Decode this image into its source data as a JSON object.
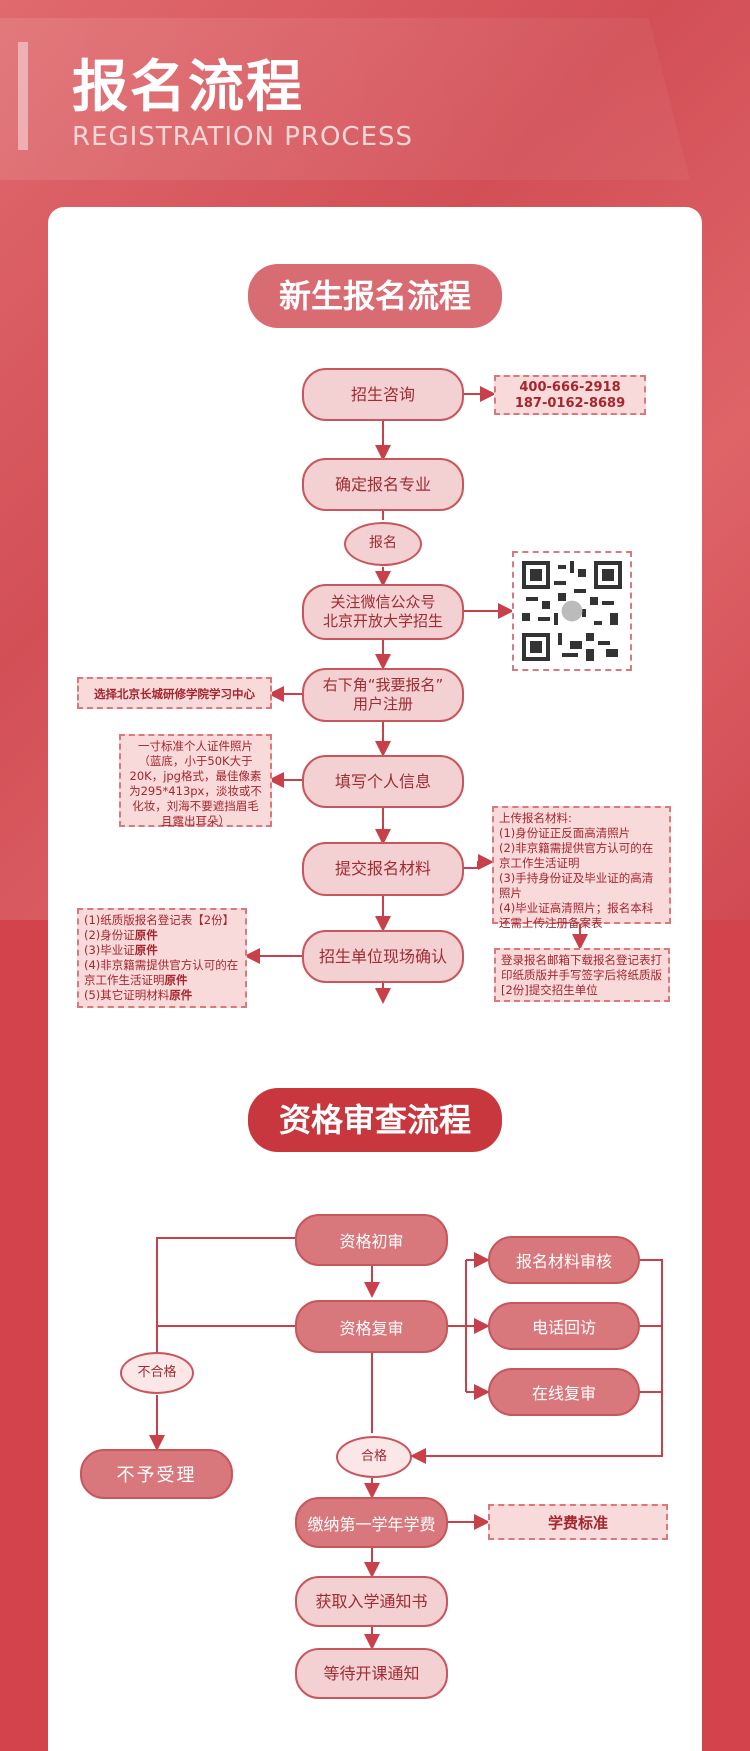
{
  "header": {
    "title": "报名流程",
    "subtitle": "REGISTRATION PROCESS"
  },
  "section1": {
    "title": "新生报名流程",
    "steps": [
      "招生咨询",
      "确定报名专业",
      "报名",
      "关注微信公众号\n北京开放大学招生",
      "右下角“我要报名”\n用户注册",
      "填写个人信息",
      "提交报名材料",
      "招生单位现场确认"
    ],
    "phone_note": "400-666-2918\n187-0162-8689",
    "left_note_register": "选择北京长城研修学院学习中心",
    "photo_note": "一寸标准个人证件照片\n（蓝底，小于50K大于\n20K，jpg格式，最佳像素\n为295*413px，淡妆或不\n化妆，刘海不要遮挡眉毛\n且露出耳朵）",
    "upload_note": [
      "上传报名材料:",
      "(1)身份证正反面高清照片",
      "(2)非京籍需提供官方认可的在京工作生活证明",
      "(3)手持身份证及毕业证的高清照片",
      "(4)毕业证高清照片；报名本科还需上传注册备案表"
    ],
    "confirm_note": [
      {
        "text": "(1)纸质版报名登记表【2份】",
        "bold": ""
      },
      {
        "text": "(2)身份证",
        "bold": "原件"
      },
      {
        "text": "(3)毕业证",
        "bold": "原件"
      },
      {
        "text": "(4)非京籍需提供官方认可的在京工作生活证明",
        "bold": "原件"
      },
      {
        "text": "(5)其它证明材料",
        "bold": "原件"
      }
    ],
    "download_note": "登录报名邮箱下载报名登记表打印纸质版并手写签字后将纸质版[2份]提交招生单位"
  },
  "section2": {
    "title": "资格审查流程",
    "first_review": "资格初审",
    "second_review": "资格复审",
    "checks": [
      "报名材料审核",
      "电话回访",
      "在线复审"
    ],
    "fail": "不合格",
    "reject": "不予受理",
    "pass": "合格",
    "steps": [
      "缴纳第一学年学费",
      "获取入学通知书",
      "等待开课通知"
    ],
    "fee_note": "学费标准"
  },
  "colors": {
    "primary": "#c9424a",
    "node_fill": "#f3d0d2",
    "dark_node": "#d9787c",
    "line": "#c8404a"
  }
}
